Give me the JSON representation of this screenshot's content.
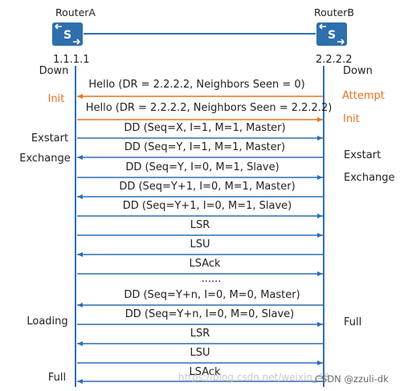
{
  "routers": {
    "a": {
      "name": "RouterA",
      "ip": "1.1.1.1"
    },
    "b": {
      "name": "RouterB",
      "ip": "2.2.2.2"
    }
  },
  "colors": {
    "line": "#2f6fb3",
    "router": "#2e6fae",
    "orange": "#e8731e",
    "text": "#222222"
  },
  "states": {
    "a": [
      {
        "text": "Down",
        "color": "text"
      },
      {
        "text": "Init",
        "color": "orange"
      },
      {
        "text": "Exstart",
        "color": "text"
      },
      {
        "text": "Exchange",
        "color": "text"
      },
      {
        "text": "Loading",
        "color": "text"
      },
      {
        "text": "Full",
        "color": "text"
      }
    ],
    "b": [
      {
        "text": "Down",
        "color": "text"
      },
      {
        "text": "Attempt",
        "color": "orange"
      },
      {
        "text": "Init",
        "color": "orange"
      },
      {
        "text": "Exstart",
        "color": "text"
      },
      {
        "text": "Exchange",
        "color": "text"
      },
      {
        "text": "Full",
        "color": "text"
      }
    ]
  },
  "messages": [
    {
      "text": "Hello (DR = 2.2.2.2, Neighbors Seen = 0)",
      "dir": "B-to-A",
      "color": "orange"
    },
    {
      "text": "Hello (DR = 2.2.2.2, Neighbors Seen = 2.2.2.2)",
      "dir": "A-to-B",
      "color": "orange"
    },
    {
      "text": "DD (Seq=X, I=1, M=1, Master)",
      "dir": "A-to-B",
      "color": "line"
    },
    {
      "text": "DD (Seq=Y, I=1, M=1, Master)",
      "dir": "B-to-A",
      "color": "line"
    },
    {
      "text": "DD (Seq=Y, I=0, M=1, Slave)",
      "dir": "A-to-B",
      "color": "line"
    },
    {
      "text": "DD (Seq=Y+1, I=0, M=1, Master)",
      "dir": "B-to-A",
      "color": "line"
    },
    {
      "text": "DD (Seq=Y+1, I=0, M=1, Slave)",
      "dir": "A-to-B",
      "color": "line"
    },
    {
      "text": "LSR",
      "dir": "A-to-B",
      "color": "line"
    },
    {
      "text": "LSU",
      "dir": "B-to-A",
      "color": "line"
    },
    {
      "text": "LSAck",
      "dir": "A-to-B",
      "color": "line"
    },
    {
      "text": "DD (Seq=Y+n, I=0, M=0, Master)",
      "dir": "B-to-A",
      "color": "line"
    },
    {
      "text": "DD (Seq=Y+n, I=0, M=0, Slave)",
      "dir": "A-to-B",
      "color": "line"
    },
    {
      "text": "LSR",
      "dir": "B-to-A",
      "color": "line"
    },
    {
      "text": "LSU",
      "dir": "A-to-B",
      "color": "line"
    },
    {
      "text": "LSAck",
      "dir": "B-to-A",
      "color": "line"
    }
  ],
  "ellipsis": "......",
  "watermark": "https://blog.csdn.net/weixin_43",
  "credit": "CSDN @zzuli-dk"
}
